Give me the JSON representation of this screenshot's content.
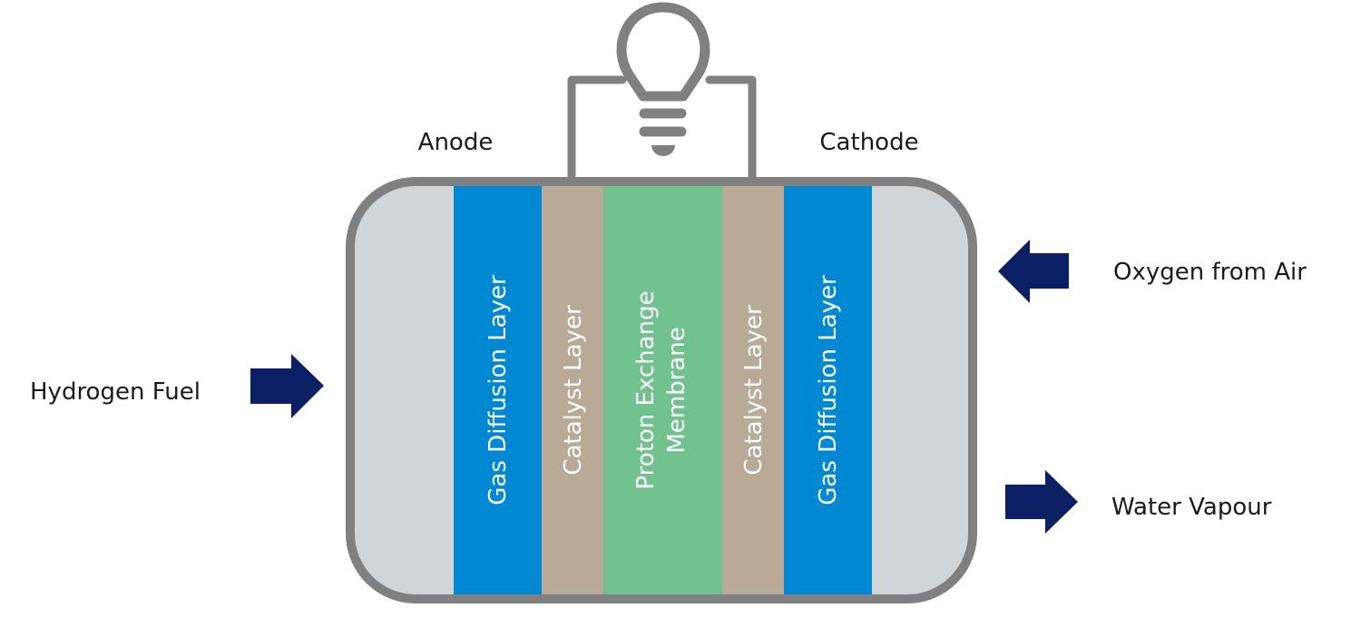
{
  "labels": {
    "anode": "Anode",
    "cathode": "Cathode",
    "hydrogen_fuel": "Hydrogen Fuel",
    "oxygen_from_air": "Oxygen from Air",
    "water_vapour": "Water Vapour"
  },
  "layers": [
    {
      "id": "anode-end-plate",
      "label": "",
      "color": "#d1d5d8"
    },
    {
      "id": "anode-gdl",
      "label": "Gas Diffusion Layer",
      "color": "#0089d2"
    },
    {
      "id": "anode-catalyst",
      "label": "Catalyst Layer",
      "color": "#b8aa96"
    },
    {
      "id": "membrane",
      "label_line1": "Proton Exchange",
      "label_line2": "Membrane",
      "color": "#72c290"
    },
    {
      "id": "cathode-catalyst",
      "label": "Catalyst Layer",
      "color": "#b8aa96"
    },
    {
      "id": "cathode-gdl",
      "label": "Gas Diffusion Layer",
      "color": "#0089d2"
    },
    {
      "id": "cathode-end-plate",
      "label": "",
      "color": "#d1d5d8"
    }
  ],
  "colors": {
    "outline": "#808080",
    "arrow": "#0a1f64",
    "text": "#1a1a1a"
  },
  "icons": {
    "bulb": "light-bulb-icon",
    "arrow_in_left": "arrow-right-icon",
    "arrow_in_right": "arrow-left-icon",
    "arrow_out_right": "arrow-right-icon"
  }
}
